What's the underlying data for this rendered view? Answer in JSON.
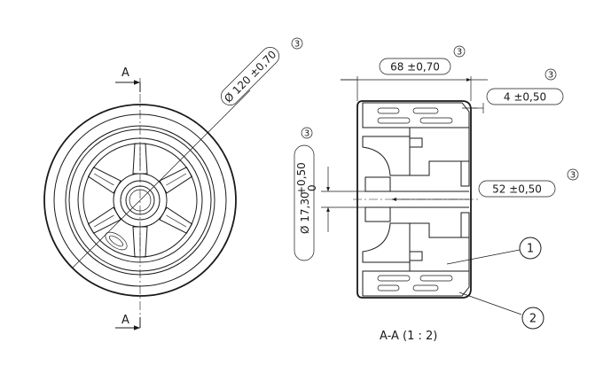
{
  "drawing": {
    "section_marker": "A",
    "section_title": "A-A  (1 : 2)",
    "tolerance_flag": "3",
    "dimensions": {
      "outer_diameter": "Ø 120 ±0,70",
      "width": "68 ±0,70",
      "rim_offset": "4 ±0,50",
      "hub_length": "52 ±0,50",
      "bore_diameter": "Ø 17,30",
      "bore_tol_upper": "+0,50",
      "bore_tol_lower": "0"
    },
    "balloons": [
      "1",
      "2"
    ]
  }
}
